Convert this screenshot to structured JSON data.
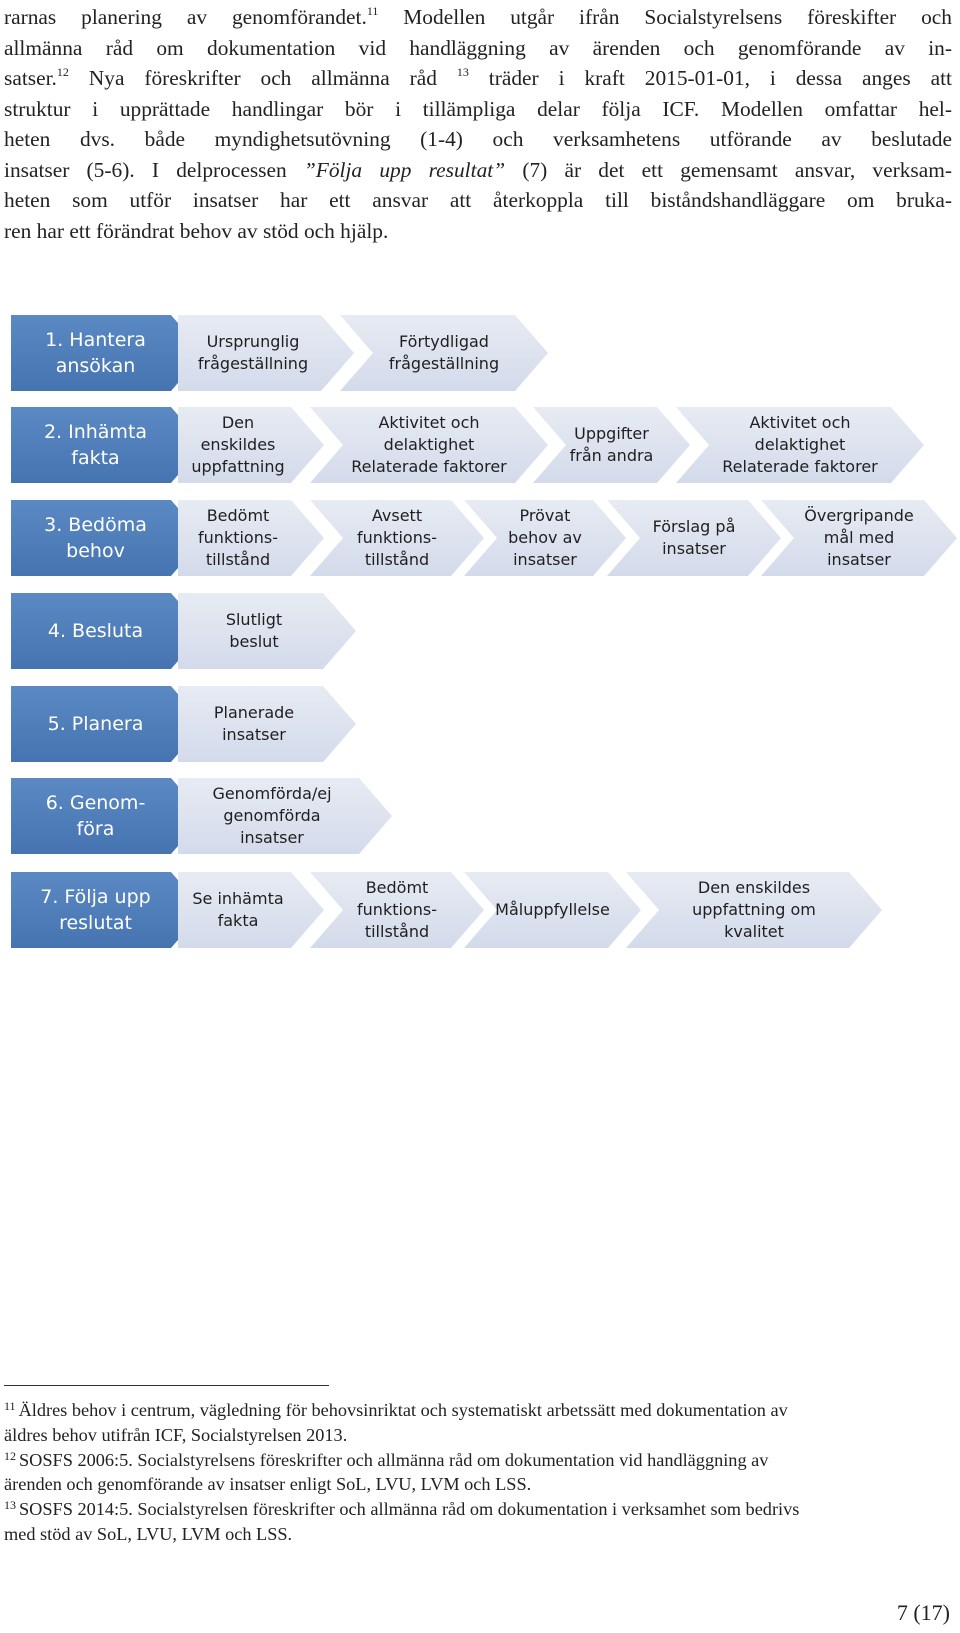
{
  "intro": {
    "l1a": "rarnas planering av genomförandet.",
    "l1b": " Modellen utgår ifrån Socialstyrelsens föreskifter och",
    "l2": "allmänna råd om dokumentation vid handläggning av ärenden och genomförande av in-",
    "l3a": "satser.",
    "l3b": " Nya föreskrifter och allmänna råd ",
    "l3c": " träder i kraft 2015-01-01, i dessa anges att",
    "l4": "struktur i upprättade handlingar bör i tillämpliga delar följa ICF. Modellen omfattar hel-",
    "l5": "heten dvs. både myndighetsutövning (1-4) och verksamhetens utförande av beslutade",
    "l6a": "insatser (5-6). I delprocessen ",
    "l6b": "”Följa upp resultat”",
    "l6c": " (7) är det ett gemensamt ansvar, verksam-",
    "l7": "heten som utför insatser har ett ansvar att återkoppla till biståndshandläggare om bruka-",
    "l8": "ren har ett förändrat behov av stöd och hjälp.",
    "ref11": "11",
    "ref12": "12",
    "ref13": "13"
  },
  "process": {
    "steps": [
      {
        "label": "1. Hantera\nansökan",
        "boxes": [
          "Ursprunglig\nfrågeställning",
          "Förtydligad\nfrågeställning"
        ]
      },
      {
        "label": "2. Inhämta\nfakta",
        "boxes": [
          "Den\nenskildes\nuppfattning",
          "Aktivitet och\ndelaktighet\nRelaterade faktorer",
          "Uppgifter\nfrån andra",
          "Aktivitet och\ndelaktighet\nRelaterade faktorer"
        ]
      },
      {
        "label": "3. Bedöma\nbehov",
        "boxes": [
          "Bedömt\nfunktions-\ntillstånd",
          "Avsett\nfunktions-\ntillstånd",
          "Prövat\nbehov av\ninsatser",
          "Förslag på\ninsatser",
          "Övergripande\nmål med\ninsatser"
        ]
      },
      {
        "label": "4. Besluta",
        "boxes": [
          "Slutligt\nbeslut"
        ]
      },
      {
        "label": "5. Planera",
        "boxes": [
          "Planerade\ninsatser"
        ]
      },
      {
        "label": "6. Genom-\nföra",
        "boxes": [
          "Genomförda/ej\ngenomförda\ninsatser"
        ]
      },
      {
        "label": "7. Följa upp\nreslutat",
        "boxes": [
          "Se inhämta\nfakta",
          "Bedömt\nfunktions-\ntillstånd",
          "Måluppfyllelse",
          "Den enskildes\nuppfattning om\nkvalitet"
        ]
      }
    ]
  },
  "footnotes": [
    {
      "num": "11",
      "line1": "Äldres behov i centrum, vägledning för behovsinriktat och systematiskt arbetssätt med dokumentation av",
      "line2": "äldres behov utifrån ICF, Socialstyrelsen 2013."
    },
    {
      "num": "12",
      "line1": "SOSFS 2006:5. Socialstyrelsens föreskrifter och allmänna råd om dokumentation vid handläggning av",
      "line2": "ärenden och genomförande av insatser enligt SoL, LVU, LVM och LSS."
    },
    {
      "num": "13",
      "line1": "SOSFS 2014:5. Socialstyrelsen föreskrifter och allmänna råd om dokumentation i verksamhet som bedrivs",
      "line2": "med stöd av SoL, LVU, LVM och LSS."
    }
  ],
  "page_number": "7 (17)",
  "colors": {
    "step_fill": "#4f7dba",
    "box_fill": "#dde3ef",
    "text": "#222222"
  }
}
